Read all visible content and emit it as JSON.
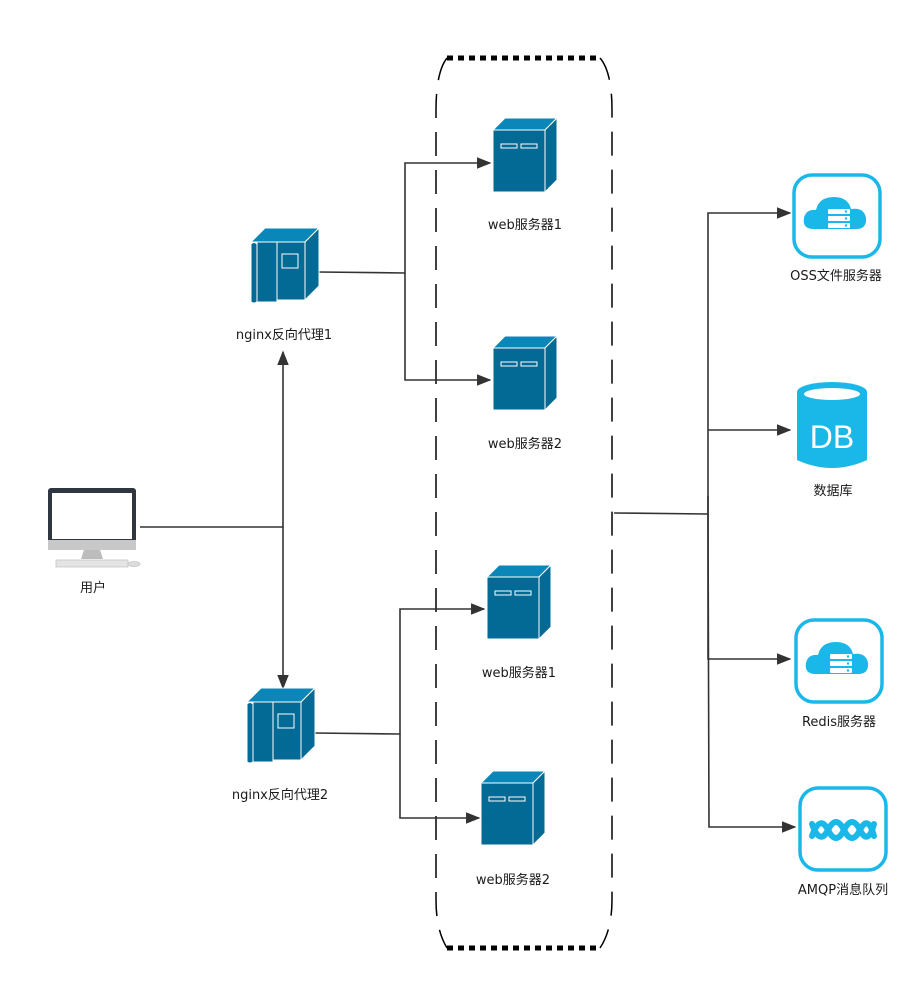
{
  "nodes": {
    "user": {
      "label": "用户"
    },
    "nginx1": {
      "label": "nginx反向代理1"
    },
    "nginx2": {
      "label": "nginx反向代理2"
    },
    "web1a": {
      "label": "web服务器1"
    },
    "web2a": {
      "label": "web服务器2"
    },
    "web1b": {
      "label": "web服务器1"
    },
    "web2b": {
      "label": "web服务器2"
    },
    "oss": {
      "label": "OSS文件服务器"
    },
    "db": {
      "label": "数据库",
      "icon_text": "DB"
    },
    "redis": {
      "label": "Redis服务器"
    },
    "amqp": {
      "label": "AMQP消息队列"
    }
  },
  "colors": {
    "server": "#036a95",
    "server_light": "#0b86b8",
    "cloud_icon": "#1ab8e8",
    "line": "#333333"
  }
}
